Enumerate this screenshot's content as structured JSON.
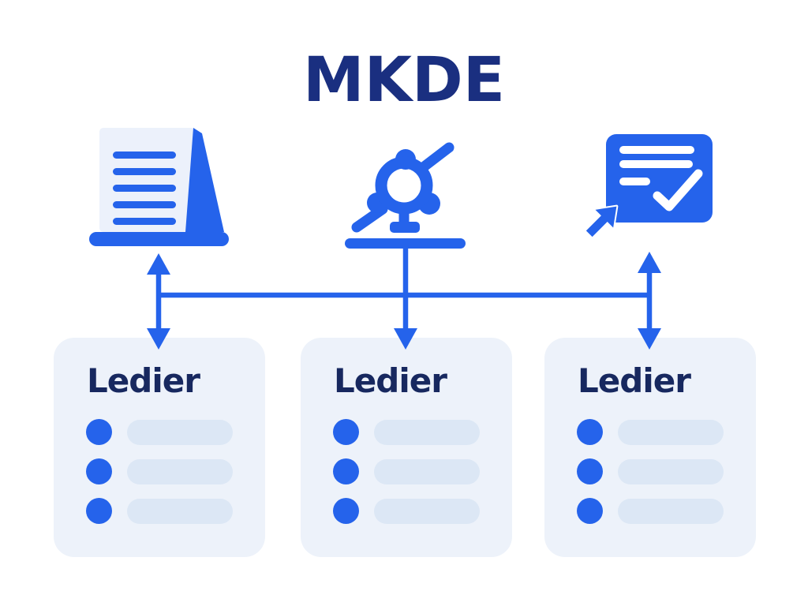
{
  "title": "MKDE",
  "diagram": {
    "stage_icons": [
      {
        "name": "document-lectern-icon"
      },
      {
        "name": "molecule-model-icon"
      },
      {
        "name": "checklist-cursor-icon"
      }
    ],
    "connectors": {
      "style": "double-headed vertical arrows joined by a horizontal line",
      "color": "#2563eb"
    }
  },
  "cards": [
    {
      "title": "Ledier",
      "placeholder_rows": 3
    },
    {
      "title": "Ledier",
      "placeholder_rows": 3
    },
    {
      "title": "Ledier",
      "placeholder_rows": 3
    }
  ],
  "colors": {
    "accent_blue": "#2563eb",
    "title_navy": "#1a2f80",
    "card_title_navy": "#17285f",
    "card_background": "#edf2fa",
    "placeholder_pill": "#dce7f5",
    "paper_fill": "#ecf1fb",
    "page_background": "#ffffff"
  }
}
